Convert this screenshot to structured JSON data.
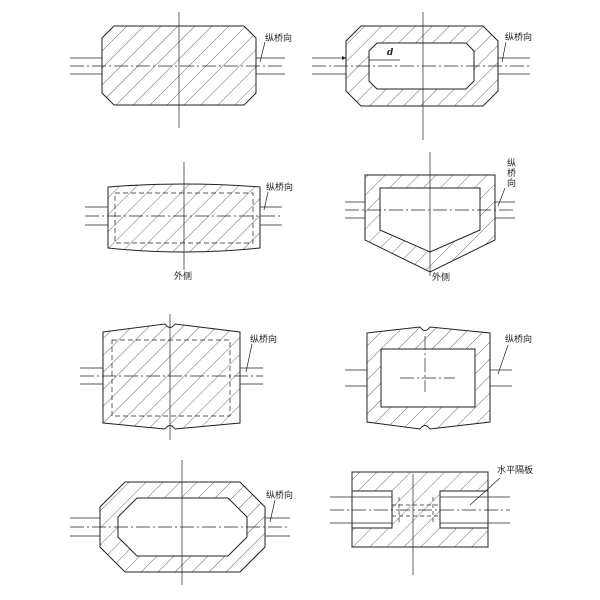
{
  "labels": {
    "longitudinal": "纵桥向",
    "outside": "外侧",
    "horizontal_diaphragm": "水平隔板",
    "dim_d": "d"
  },
  "colors": {
    "line": "#222222",
    "hatch": "#444444",
    "background": "#ffffff"
  }
}
